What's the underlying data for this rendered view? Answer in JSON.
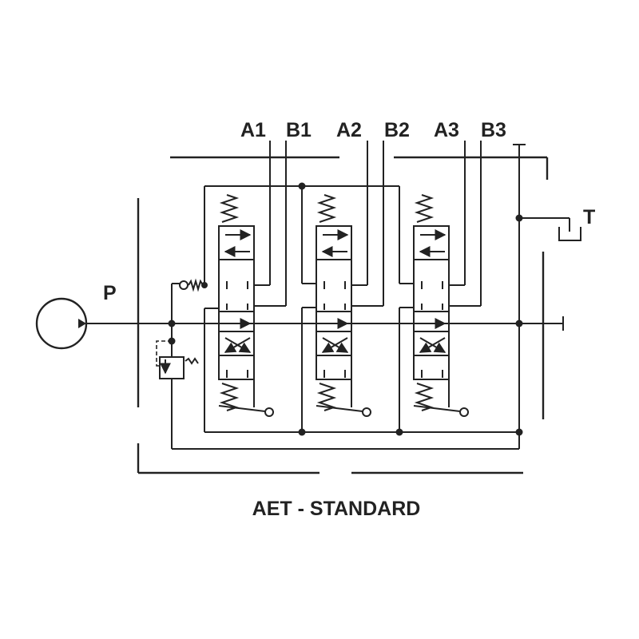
{
  "diagram": {
    "ports": {
      "a1": "A1",
      "b1": "B1",
      "a2": "A2",
      "b2": "B2",
      "a3": "A3",
      "b3": "B3",
      "p": "P",
      "t": "T"
    },
    "caption": "AET - STANDARD"
  },
  "colors": {
    "line": "#222222",
    "background": "#ffffff"
  }
}
